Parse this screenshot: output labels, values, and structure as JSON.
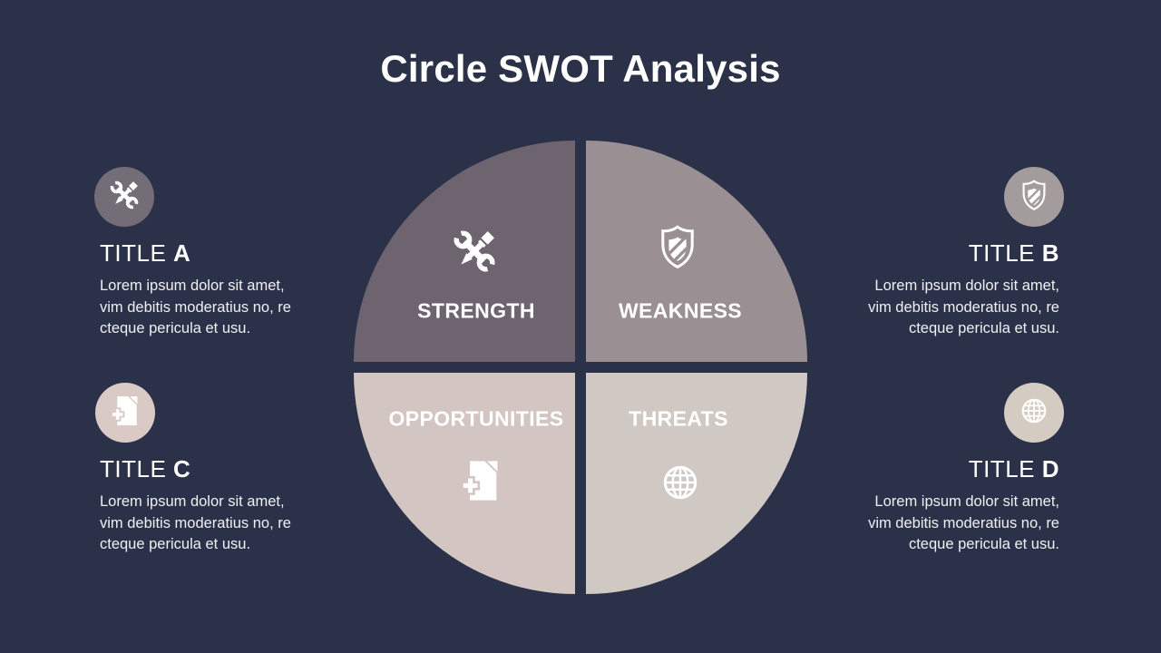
{
  "slide": {
    "title": "Circle SWOT Analysis",
    "background_color": "#2b3148",
    "text_color": "#ffffff"
  },
  "swot": {
    "quadrants": [
      {
        "label": "STRENGTH",
        "color": "#6d6470",
        "icon": "tools-icon"
      },
      {
        "label": "WEAKNESS",
        "color": "#9a9094",
        "icon": "shield-icon"
      },
      {
        "label": "OPPORTUNITIES",
        "color": "#d3c5c1",
        "icon": "document-plus-icon"
      },
      {
        "label": "THREATS",
        "color": "#d0c9c3",
        "icon": "globe-icon"
      }
    ]
  },
  "callouts": [
    {
      "title_prefix": "TITLE ",
      "title_letter": "A",
      "icon": "tools-icon",
      "badge_color": "#726d77",
      "body": "Lorem ipsum dolor sit amet,\nvim debitis moderatius no, re\ncteque pericula et usu."
    },
    {
      "title_prefix": "TITLE ",
      "title_letter": "B",
      "icon": "shield-icon",
      "badge_color": "#a49b9d",
      "body": "Lorem ipsum dolor sit amet,\nvim debitis moderatius no, re\ncteque pericula et usu."
    },
    {
      "title_prefix": "TITLE ",
      "title_letter": "C",
      "icon": "document-plus-icon",
      "badge_color": "#d9cac5",
      "body": "Lorem ipsum dolor sit amet,\nvim debitis moderatius no, re\ncteque pericula et usu."
    },
    {
      "title_prefix": "TITLE ",
      "title_letter": "D",
      "icon": "globe-icon",
      "badge_color": "#d4ccc3",
      "body": "Lorem ipsum dolor sit amet,\nvim debitis moderatius no, re\ncteque pericula et usu."
    }
  ]
}
